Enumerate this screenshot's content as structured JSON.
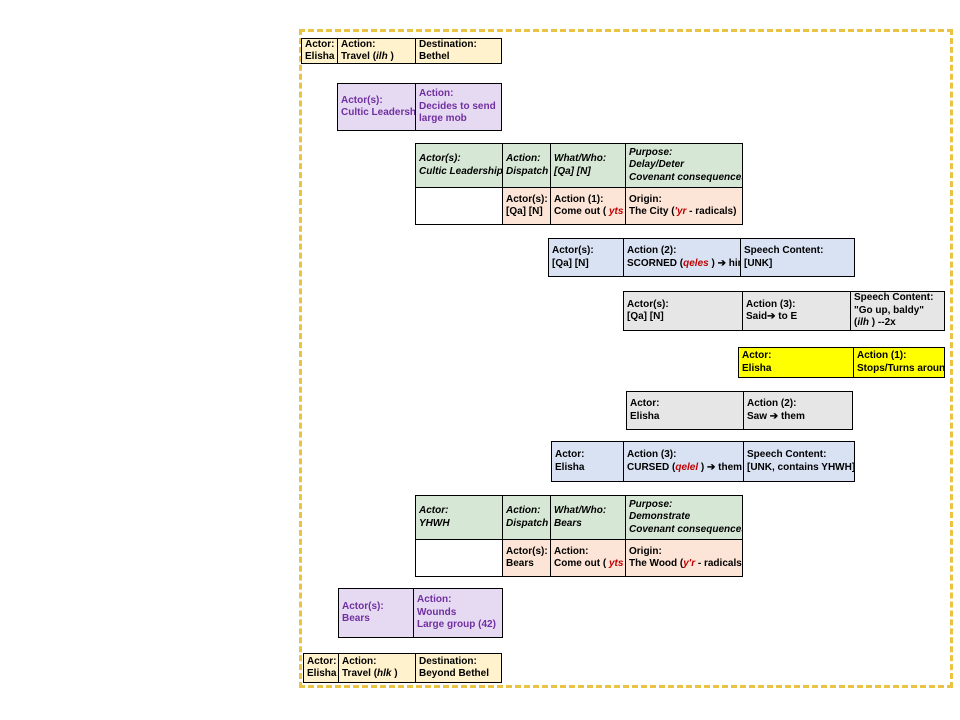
{
  "colors": {
    "gold": "#EAC342",
    "cream": "#FFF2CC",
    "lavender": "#E6D9F2",
    "purple": "#7030A0",
    "green": "#D6E8D5",
    "pink": "#FCE4D6",
    "blue": "#D9E2F3",
    "gray": "#E7E6E6",
    "yellow": "#FFFF00",
    "red": "#C00000"
  },
  "boxes": [
    {
      "id": "travel-to-bethel",
      "cells": [
        {
          "lines": [
            [
              {
                "t": "Actor:"
              }
            ],
            [
              {
                "t": "Elisha"
              }
            ]
          ]
        },
        {
          "lines": [
            [
              {
                "t": "Action:"
              }
            ],
            [
              {
                "t": "Travel ("
              },
              {
                "t": "ilh",
                "s": "i"
              },
              {
                "t": " )"
              }
            ]
          ]
        },
        {
          "lines": [
            [
              {
                "t": "Destination:"
              }
            ],
            [
              {
                "t": "Bethel"
              }
            ]
          ]
        }
      ]
    },
    {
      "id": "decides-to-send-mob",
      "cells": [
        {
          "lines": [
            [
              {
                "t": "Actor(s):"
              }
            ],
            [
              {
                "t": "Cultic Leadership"
              }
            ]
          ]
        },
        {
          "lines": [
            [
              {
                "t": "Action:"
              }
            ],
            [
              {
                "t": "Decides to send"
              }
            ],
            [
              {
                "t": "large mob"
              }
            ]
          ]
        }
      ]
    },
    {
      "id": "cultic-dispatch-table",
      "header": [
        {
          "lines": [
            [
              {
                "t": "Actor(s):"
              }
            ],
            [
              {
                "t": "Cultic Leadership"
              }
            ]
          ]
        },
        {
          "lines": [
            [
              {
                "t": "Action:"
              }
            ],
            [
              {
                "t": "Dispatch"
              }
            ]
          ]
        },
        {
          "lines": [
            [
              {
                "t": "What/Who:"
              }
            ],
            [
              {
                "t": "[Qa] [N]"
              }
            ]
          ]
        },
        {
          "lines": [
            [
              {
                "t": "Purpose:"
              }
            ],
            [
              {
                "t": "Delay/Deter"
              }
            ],
            [
              {
                "t": "Covenant consequences"
              }
            ]
          ]
        }
      ],
      "sub": [
        {
          "lines": [
            [
              {
                "t": "Actor(s):"
              }
            ],
            [
              {
                "t": "[Qa] [N]"
              }
            ]
          ]
        },
        {
          "lines": [
            [
              {
                "t": "Action (1):"
              }
            ],
            [
              {
                "t": "Come out ("
              },
              {
                "t": " yts ",
                "s": "ri"
              },
              {
                "t": ")"
              }
            ]
          ]
        },
        {
          "lines": [
            [
              {
                "t": "Origin:"
              }
            ],
            [
              {
                "t": "The City ("
              },
              {
                "t": "'yr",
                "s": "ri"
              },
              {
                "t": " -  radicals)"
              }
            ]
          ]
        }
      ]
    },
    {
      "id": "scorned",
      "cells": [
        {
          "lines": [
            [
              {
                "t": "Actor(s):"
              }
            ],
            [
              {
                "t": "[Qa] [N]"
              }
            ]
          ]
        },
        {
          "lines": [
            [
              {
                "t": "Action (2):"
              }
            ],
            [
              {
                "t": "SCORNED ("
              },
              {
                "t": "qeles",
                "s": "ri"
              },
              {
                "t": " ) ➔ him"
              }
            ]
          ]
        },
        {
          "lines": [
            [
              {
                "t": "Speech Content:"
              }
            ],
            [
              {
                "t": "[UNK]"
              }
            ]
          ]
        }
      ]
    },
    {
      "id": "said-go-up-baldy",
      "cells": [
        {
          "lines": [
            [
              {
                "t": "Actor(s):"
              }
            ],
            [
              {
                "t": "[Qa] [N]"
              }
            ]
          ]
        },
        {
          "lines": [
            [
              {
                "t": "Action (3):"
              }
            ],
            [
              {
                "t": "Said➔ to E"
              }
            ]
          ]
        },
        {
          "lines": [
            [
              {
                "t": "Speech Content:"
              }
            ],
            [
              {
                "t": "\"Go up, baldy\""
              }
            ],
            [
              {
                "t": "("
              },
              {
                "t": "ilh",
                "s": "i"
              },
              {
                "t": " ) --2x"
              }
            ]
          ]
        }
      ]
    },
    {
      "id": "stops-turns-around",
      "cells": [
        {
          "lines": [
            [
              {
                "t": "Actor:"
              }
            ],
            [
              {
                "t": "Elisha"
              }
            ]
          ]
        },
        {
          "lines": [
            [
              {
                "t": "Action (1):"
              }
            ],
            [
              {
                "t": "Stops/Turns around"
              }
            ]
          ]
        }
      ]
    },
    {
      "id": "saw-them",
      "cells": [
        {
          "lines": [
            [
              {
                "t": "Actor:"
              }
            ],
            [
              {
                "t": "Elisha"
              }
            ]
          ]
        },
        {
          "lines": [
            [
              {
                "t": "Action (2):"
              }
            ],
            [
              {
                "t": "Saw ➔ them"
              }
            ]
          ]
        }
      ]
    },
    {
      "id": "cursed-them",
      "cells": [
        {
          "lines": [
            [
              {
                "t": "Actor:"
              }
            ],
            [
              {
                "t": "Elisha"
              }
            ]
          ]
        },
        {
          "lines": [
            [
              {
                "t": "Action (3):"
              }
            ],
            [
              {
                "t": "CURSED ("
              },
              {
                "t": "qelel",
                "s": "ri"
              },
              {
                "t": " ) ➔ them"
              }
            ]
          ]
        },
        {
          "lines": [
            [
              {
                "t": "Speech Content:"
              }
            ],
            [
              {
                "t": "[UNK, contains YHWH]"
              }
            ]
          ]
        }
      ]
    },
    {
      "id": "yhwh-dispatch-table",
      "header": [
        {
          "lines": [
            [
              {
                "t": "Actor:"
              }
            ],
            [
              {
                "t": "YHWH"
              }
            ]
          ]
        },
        {
          "lines": [
            [
              {
                "t": "Action:"
              }
            ],
            [
              {
                "t": "Dispatch"
              }
            ]
          ]
        },
        {
          "lines": [
            [
              {
                "t": "What/Who:"
              }
            ],
            [
              {
                "t": "Bears"
              }
            ]
          ]
        },
        {
          "lines": [
            [
              {
                "t": "Purpose:"
              }
            ],
            [
              {
                "t": "Demonstrate"
              }
            ],
            [
              {
                "t": "Covenant consequences"
              }
            ]
          ]
        }
      ],
      "sub": [
        {
          "lines": [
            [
              {
                "t": "Actor(s):"
              }
            ],
            [
              {
                "t": "Bears"
              }
            ]
          ]
        },
        {
          "lines": [
            [
              {
                "t": "Action:"
              }
            ],
            [
              {
                "t": "Come out ("
              },
              {
                "t": " yts ",
                "s": "ri"
              },
              {
                "t": ")"
              }
            ]
          ]
        },
        {
          "lines": [
            [
              {
                "t": "Origin:"
              }
            ],
            [
              {
                "t": "The Wood ("
              },
              {
                "t": "y'r",
                "s": "ri"
              },
              {
                "t": " -  radicals)"
              }
            ]
          ]
        }
      ]
    },
    {
      "id": "bears-wound",
      "cells": [
        {
          "lines": [
            [
              {
                "t": "Actor(s):"
              }
            ],
            [
              {
                "t": "Bears"
              }
            ]
          ]
        },
        {
          "lines": [
            [
              {
                "t": "Action:"
              }
            ],
            [
              {
                "t": "Wounds"
              }
            ],
            [
              {
                "t": "Large group (42)"
              }
            ]
          ]
        }
      ]
    },
    {
      "id": "travel-beyond-bethel",
      "cells": [
        {
          "lines": [
            [
              {
                "t": "Actor:"
              }
            ],
            [
              {
                "t": "Elisha"
              }
            ]
          ]
        },
        {
          "lines": [
            [
              {
                "t": "Action:"
              }
            ],
            [
              {
                "t": "Travel ("
              },
              {
                "t": "hlk",
                "s": "i"
              },
              {
                "t": " )"
              }
            ]
          ]
        },
        {
          "lines": [
            [
              {
                "t": "Destination:"
              }
            ],
            [
              {
                "t": "Beyond Bethel"
              }
            ]
          ]
        }
      ]
    }
  ]
}
